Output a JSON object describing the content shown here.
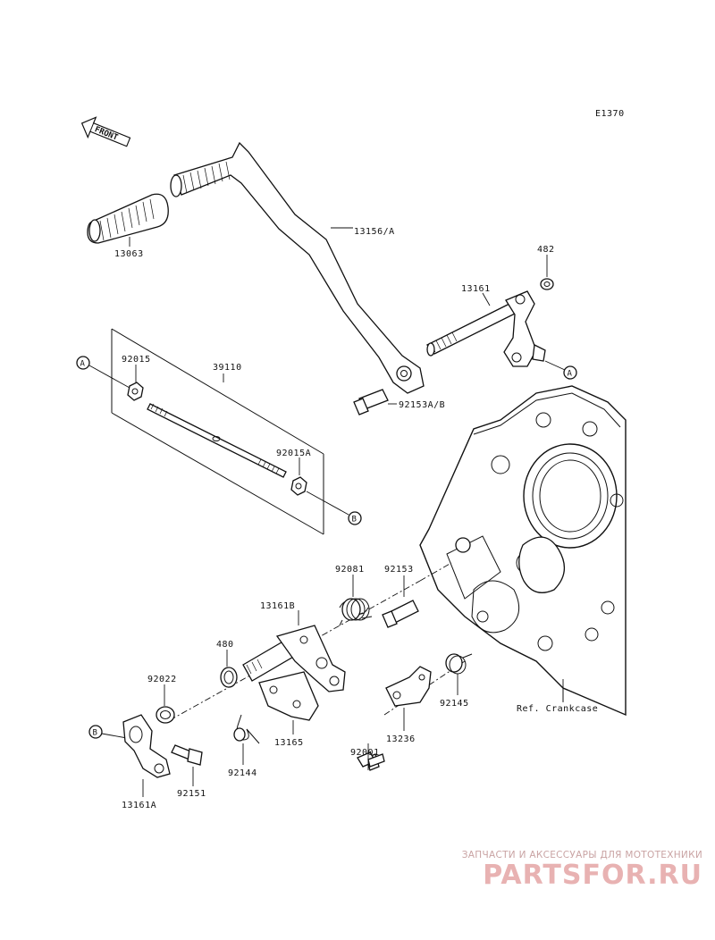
{
  "diagram_code": "E1370",
  "front_label": "FRONT",
  "reference_text": "Ref. Crankcase",
  "callouts": {
    "a1": "A",
    "a2": "A",
    "b1": "B",
    "b2": "B"
  },
  "parts": {
    "p13063": "13063",
    "p13156a": "13156/A",
    "p13161": "13161",
    "p482": "482",
    "p92015": "92015",
    "p39110": "39110",
    "p92153ab": "92153A/B",
    "p92015a": "92015A",
    "p92081": "92081",
    "p92153": "92153",
    "p13161b": "13161B",
    "p480": "480",
    "p92022": "92022",
    "p92145": "92145",
    "p13236": "13236",
    "p13165": "13165",
    "p92144": "92144",
    "p92001": "92001",
    "p92151": "92151",
    "p13161a": "13161A"
  },
  "watermark": {
    "tagline": "ЗАПЧАСТИ И АКСЕССУАРЫ ДЛЯ МОТОТЕХНИКИ",
    "logo": "PARTSFOR.RU"
  }
}
